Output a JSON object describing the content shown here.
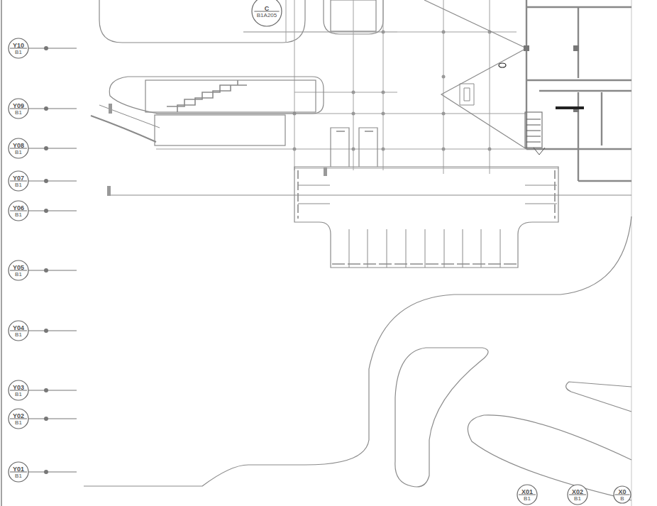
{
  "diagram": {
    "nodes": [
      {
        "text": [
          "C",
          "B1A205"
        ]
      },
      {
        "text": [
          "Y10",
          "B1"
        ]
      },
      {
        "text": [
          "Y09",
          "B1"
        ]
      },
      {
        "text": [
          "Y08",
          "B1"
        ]
      },
      {
        "text": [
          "Y07",
          "B1"
        ]
      },
      {
        "text": [
          "Y06",
          "B1"
        ]
      },
      {
        "text": [
          "Y05",
          "B1"
        ]
      },
      {
        "text": [
          "Y04",
          "B1"
        ]
      },
      {
        "text": [
          "Y03",
          "B1"
        ]
      },
      {
        "text": [
          "Y02",
          "B1"
        ]
      },
      {
        "text": [
          "Y01",
          "B1"
        ]
      },
      {
        "text": [
          "X01",
          "B1"
        ]
      },
      {
        "text": [
          "X02",
          "B1"
        ]
      },
      {
        "text": [
          "X0",
          "B"
        ]
      }
    ]
  }
}
